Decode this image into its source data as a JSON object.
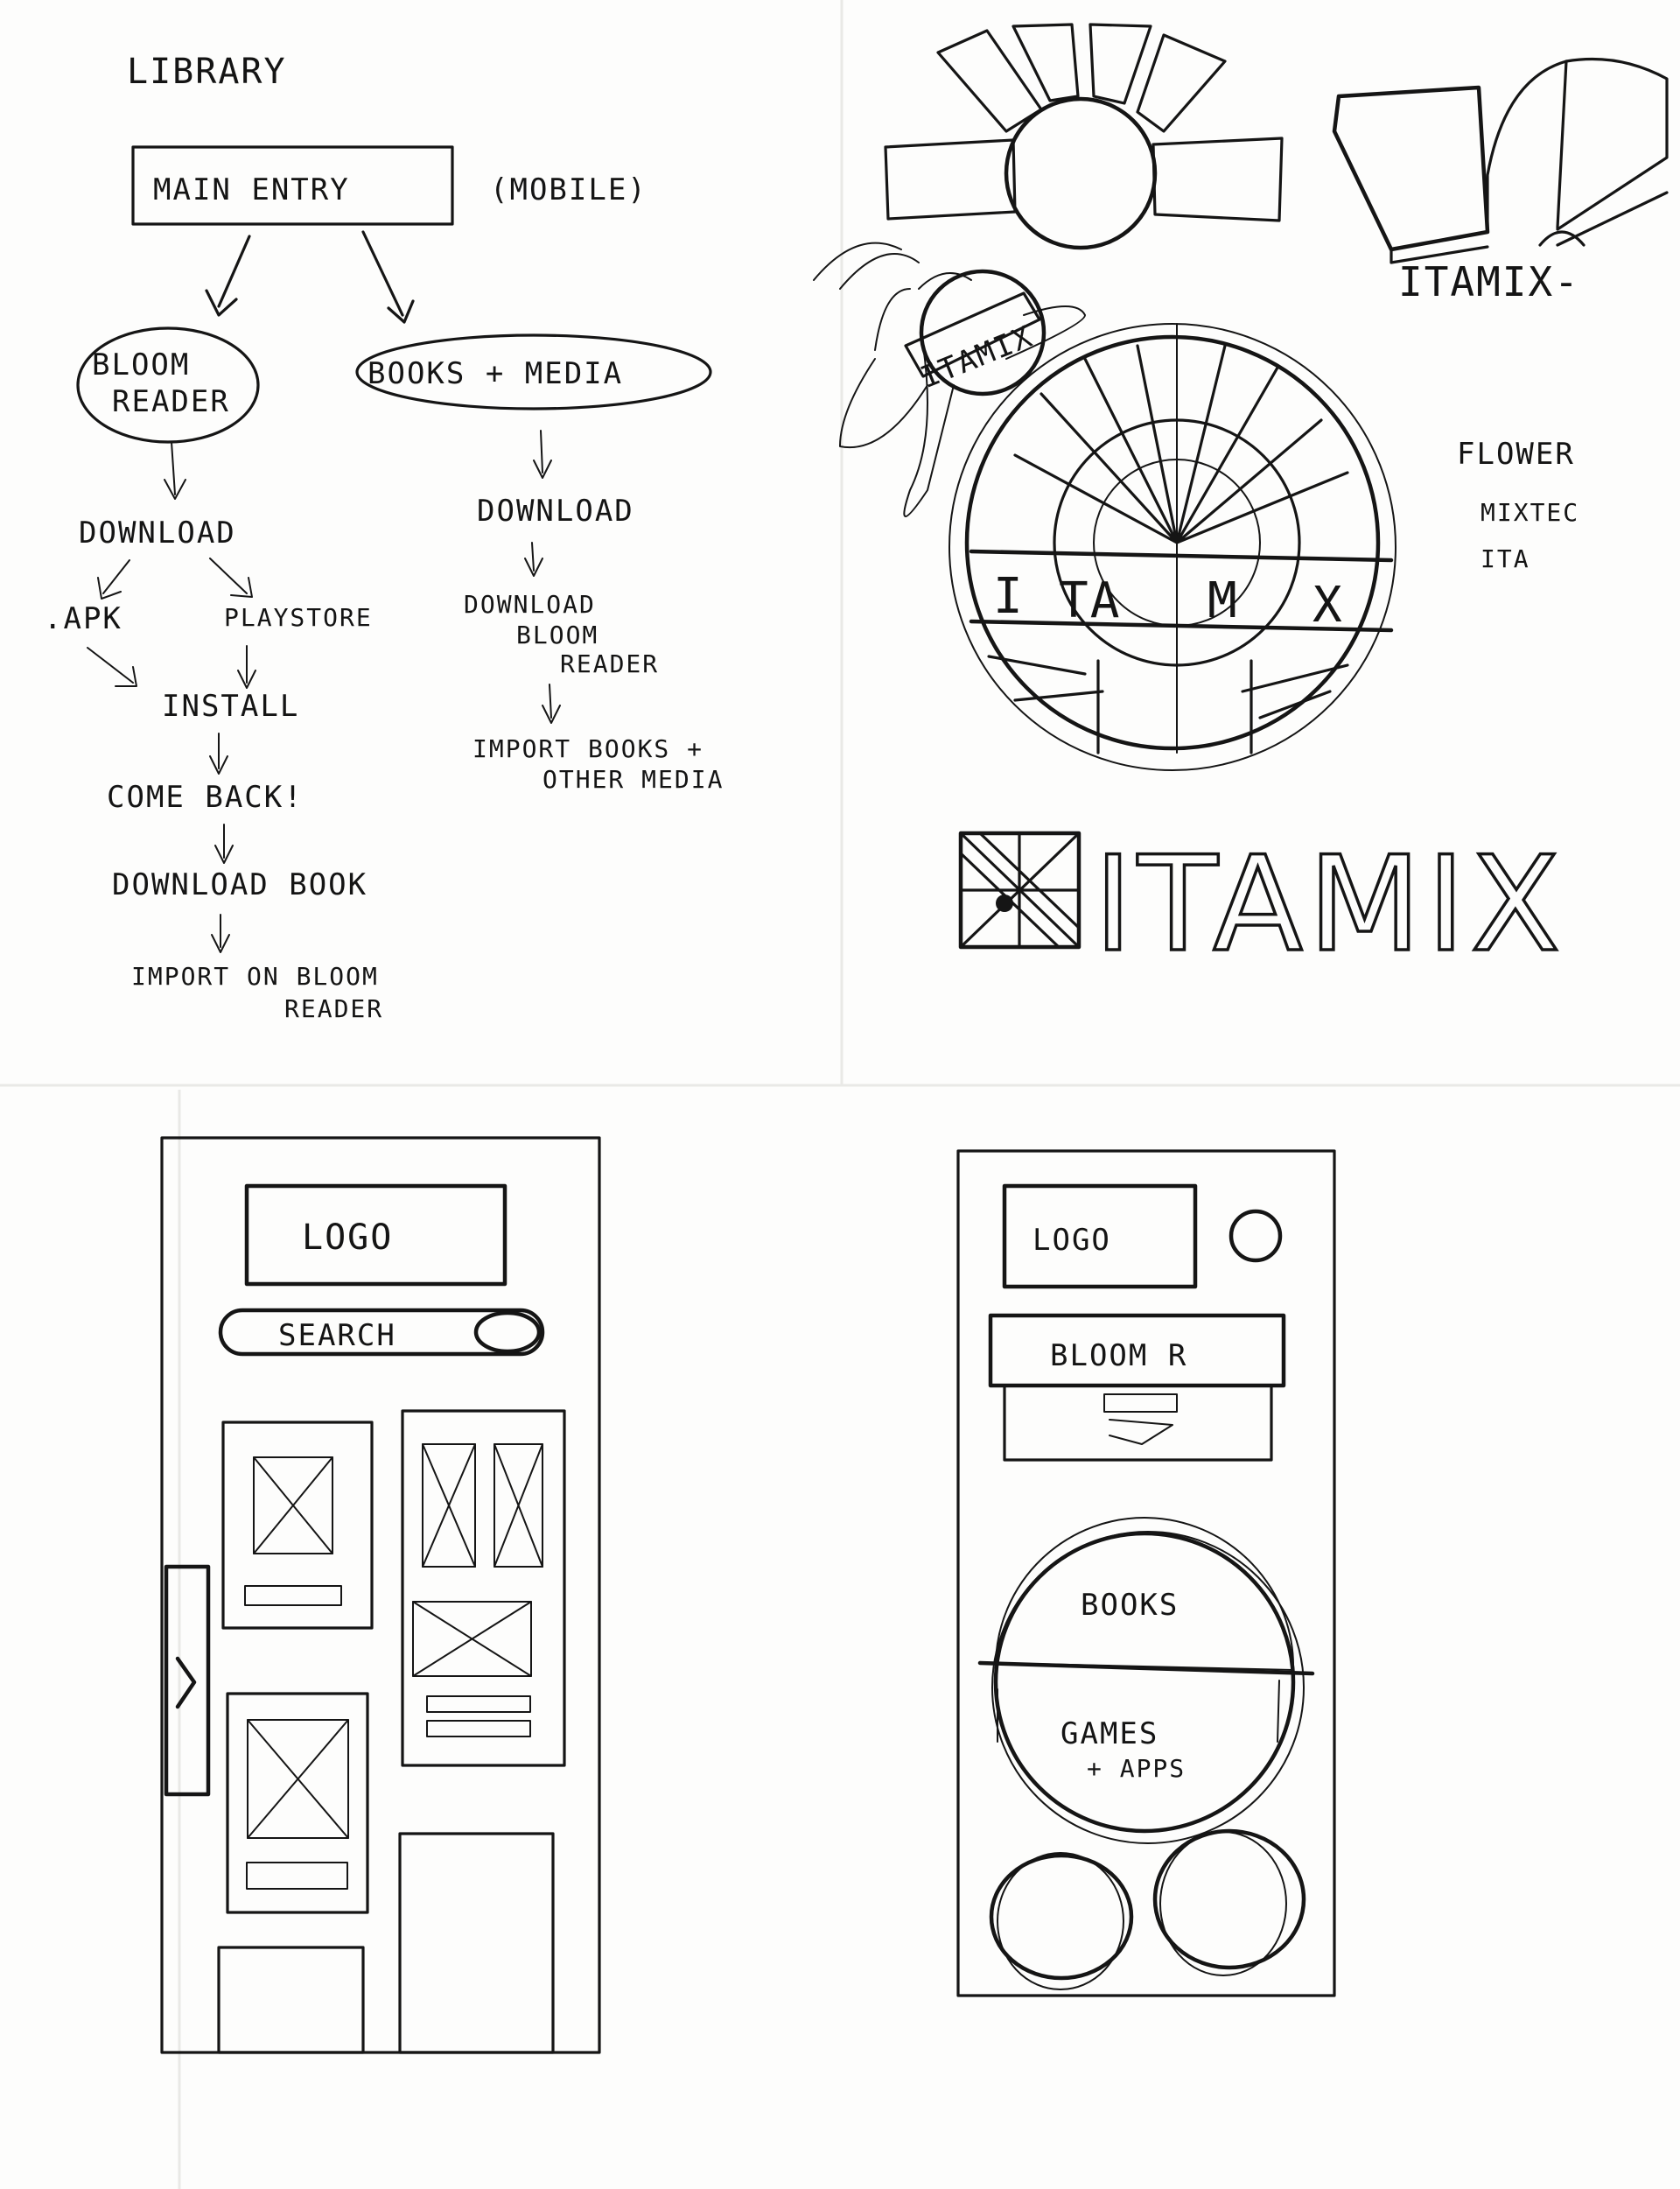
{
  "sheet": {
    "title": "LIBRARY",
    "flow": {
      "main_entry": "MAIN ENTRY",
      "mobile_note": "(MOBILE)",
      "bloom_reader": [
        "BLOOM",
        "READER"
      ],
      "books_media": "BOOKS + MEDIA",
      "left_download": "DOWNLOAD",
      "apk": ".APK",
      "playstore": "PLAYSTORE",
      "install": "INSTALL",
      "come_back": "COME BACK!",
      "download_book": "DOWNLOAD BOOK",
      "import_on_bloom": [
        "IMPORT ON BLOOM",
        "READER"
      ],
      "right_download": "DOWNLOAD",
      "download_bloom_reader": [
        "DOWNLOAD",
        "BLOOM",
        "READER"
      ],
      "import_books": [
        "IMPORT BOOKS +",
        "OTHER MEDIA"
      ]
    },
    "logos": {
      "itamix_badge": "ITAMIX",
      "itamix_wordmark_top": "ITAMIX-",
      "wheel_letters": [
        "I",
        "TA",
        "M",
        "X"
      ],
      "notes": [
        "FLOWER",
        "MIXTEC",
        "ITA"
      ],
      "wordmark": "ITAMIX"
    },
    "wireframe_left": {
      "logo_label": "LOGO",
      "search_label": "SEARCH"
    },
    "wireframe_right": {
      "logo_label": "LOGO",
      "bloom_label": "BLOOM R",
      "books_label": "BOOKS",
      "games_apps": [
        "GAMES",
        "+ APPS"
      ]
    }
  }
}
